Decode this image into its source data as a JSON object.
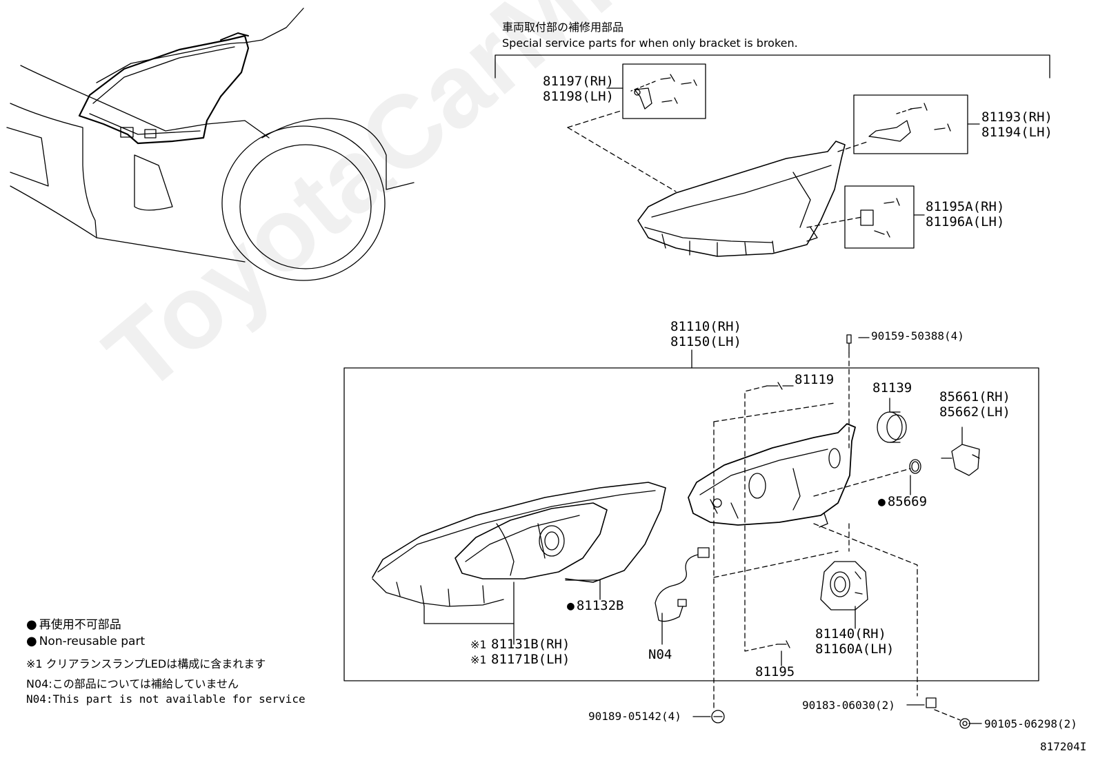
{
  "watermark": "ToyotaCarMine.ru",
  "header": {
    "jp": "車両取付部の補修用部品",
    "en": "Special service parts for when only bracket is broken."
  },
  "brackets": {
    "b81197": "81197(RH)",
    "b81198": "81198(LH)",
    "b81193": "81193(RH)",
    "b81194": "81194(LH)",
    "b81195a": "81195A(RH)",
    "b81196a": "81196A(LH)"
  },
  "parts": {
    "p81110": "81110(RH)",
    "p81150": "81150(LH)",
    "p90159": "90159-50388(4)",
    "p81119": "81119",
    "p81139": "81139",
    "p85661": "85661(RH)",
    "p85662": "85662(LH)",
    "p85669": "85669",
    "p81132b": "81132B",
    "p81131b": "81131B(RH)",
    "p81171b": "81171B(LH)",
    "mark1": "※1",
    "n04": "N04",
    "p81140": "81140(RH)",
    "p81160a": "81160A(LH)",
    "p81195": "81195",
    "p90189": "90189-05142(4)",
    "p90183": "90183-06030(2)",
    "p90105": "90105-06298(2)"
  },
  "notes": {
    "nonreuse_jp": "再使用不可部品",
    "nonreuse_en": "Non-reusable part",
    "led_note": "※1 クリアランスランプLEDは構成に含まれます",
    "n04_jp": "N04:この部品については補給していません",
    "n04_en": "N04:This part is not available for service"
  },
  "figure_id": "817204I"
}
